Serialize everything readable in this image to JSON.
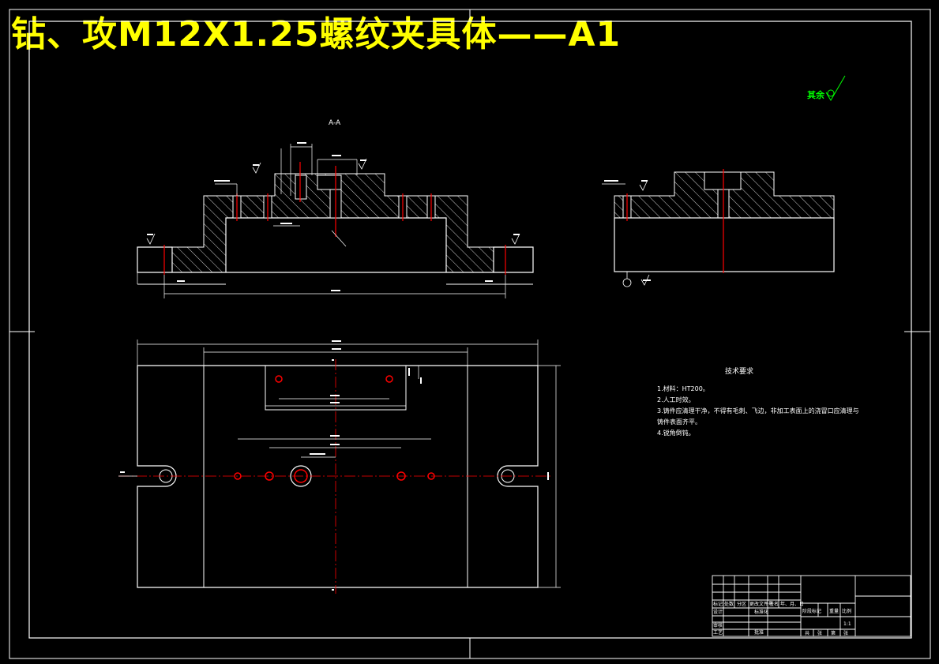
{
  "drawing": {
    "title": "钻、攻M12X1.25螺纹夹具体——A1",
    "section_label": "A-A",
    "roughness_note": "其余",
    "technical_requirements": {
      "heading": "技术要求",
      "items": [
        "1.材料：HT200。",
        "2.人工时效。",
        "3.铸件应清理干净，不得有毛刺、飞边，非加工表面上的浇冒口应清理与",
        "铸件表面齐平。",
        "4.锐角倒钝。"
      ]
    },
    "title_block": {
      "row1": [
        "标记",
        "处数",
        "分区",
        "更改文件号",
        "签名",
        "年、月、日"
      ],
      "row2": [
        "设计",
        "",
        "",
        "标准化"
      ],
      "row3": [
        "审核"
      ],
      "row4": [
        "工艺",
        "",
        "批准"
      ],
      "stage_headers": [
        "阶段标记",
        "重量",
        "比例"
      ],
      "scale": "1:1",
      "sheet": [
        "共",
        "张",
        "第",
        "张"
      ]
    }
  },
  "colors": {
    "title": "#ffff00",
    "lines": "#ffffff",
    "center": "#ff0000",
    "roughness": "#00ff00"
  }
}
